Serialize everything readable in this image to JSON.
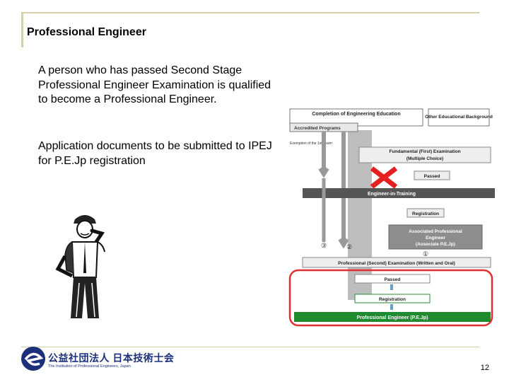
{
  "slide": {
    "title": "Professional Engineer",
    "paragraph1": "A person who has passed Second Stage Professional Engineer Examination is qualified to become a Professional Engineer.",
    "paragraph2": "Application documents to be submitted to IPEJ for P.E.Jp registration",
    "page_number": "12"
  },
  "logo": {
    "name_jp": "公益社団法人 日本技術士会",
    "name_en": "The Institution of Professional Engineers, Japan"
  },
  "flowchart": {
    "completion_box": "Completion of Engineering Education",
    "other_box": "Other Educational Background",
    "accredited": "Accredited Programs",
    "exemption": "Exemption of the 1st Exam",
    "fundamental_line1": "Fundamental (First) Examination",
    "fundamental_line2": "(Multiple Choice)",
    "passed_top": "Passed",
    "eit": "Engineer-in-Training",
    "registration_top": "Registration",
    "associate_line1": "Associated Professional",
    "associate_line2": "Engineer",
    "associate_line3": "(Associate P.E.Jp)",
    "route3": "③",
    "route2": "②",
    "route1": "①",
    "second_exam": "Professional (Second) Examination (Written and Oral)",
    "passed_bottom": "Passed",
    "registration_bottom": "Registration",
    "pe_jp": "Professional Engineer (P.E.Jp)"
  },
  "colors": {
    "accent_line": "#d7cfa7",
    "highlight_border": "#e03030",
    "pe_bar": "#1f8a2e",
    "eit_bar": "#555555",
    "cross": "#e52020"
  }
}
